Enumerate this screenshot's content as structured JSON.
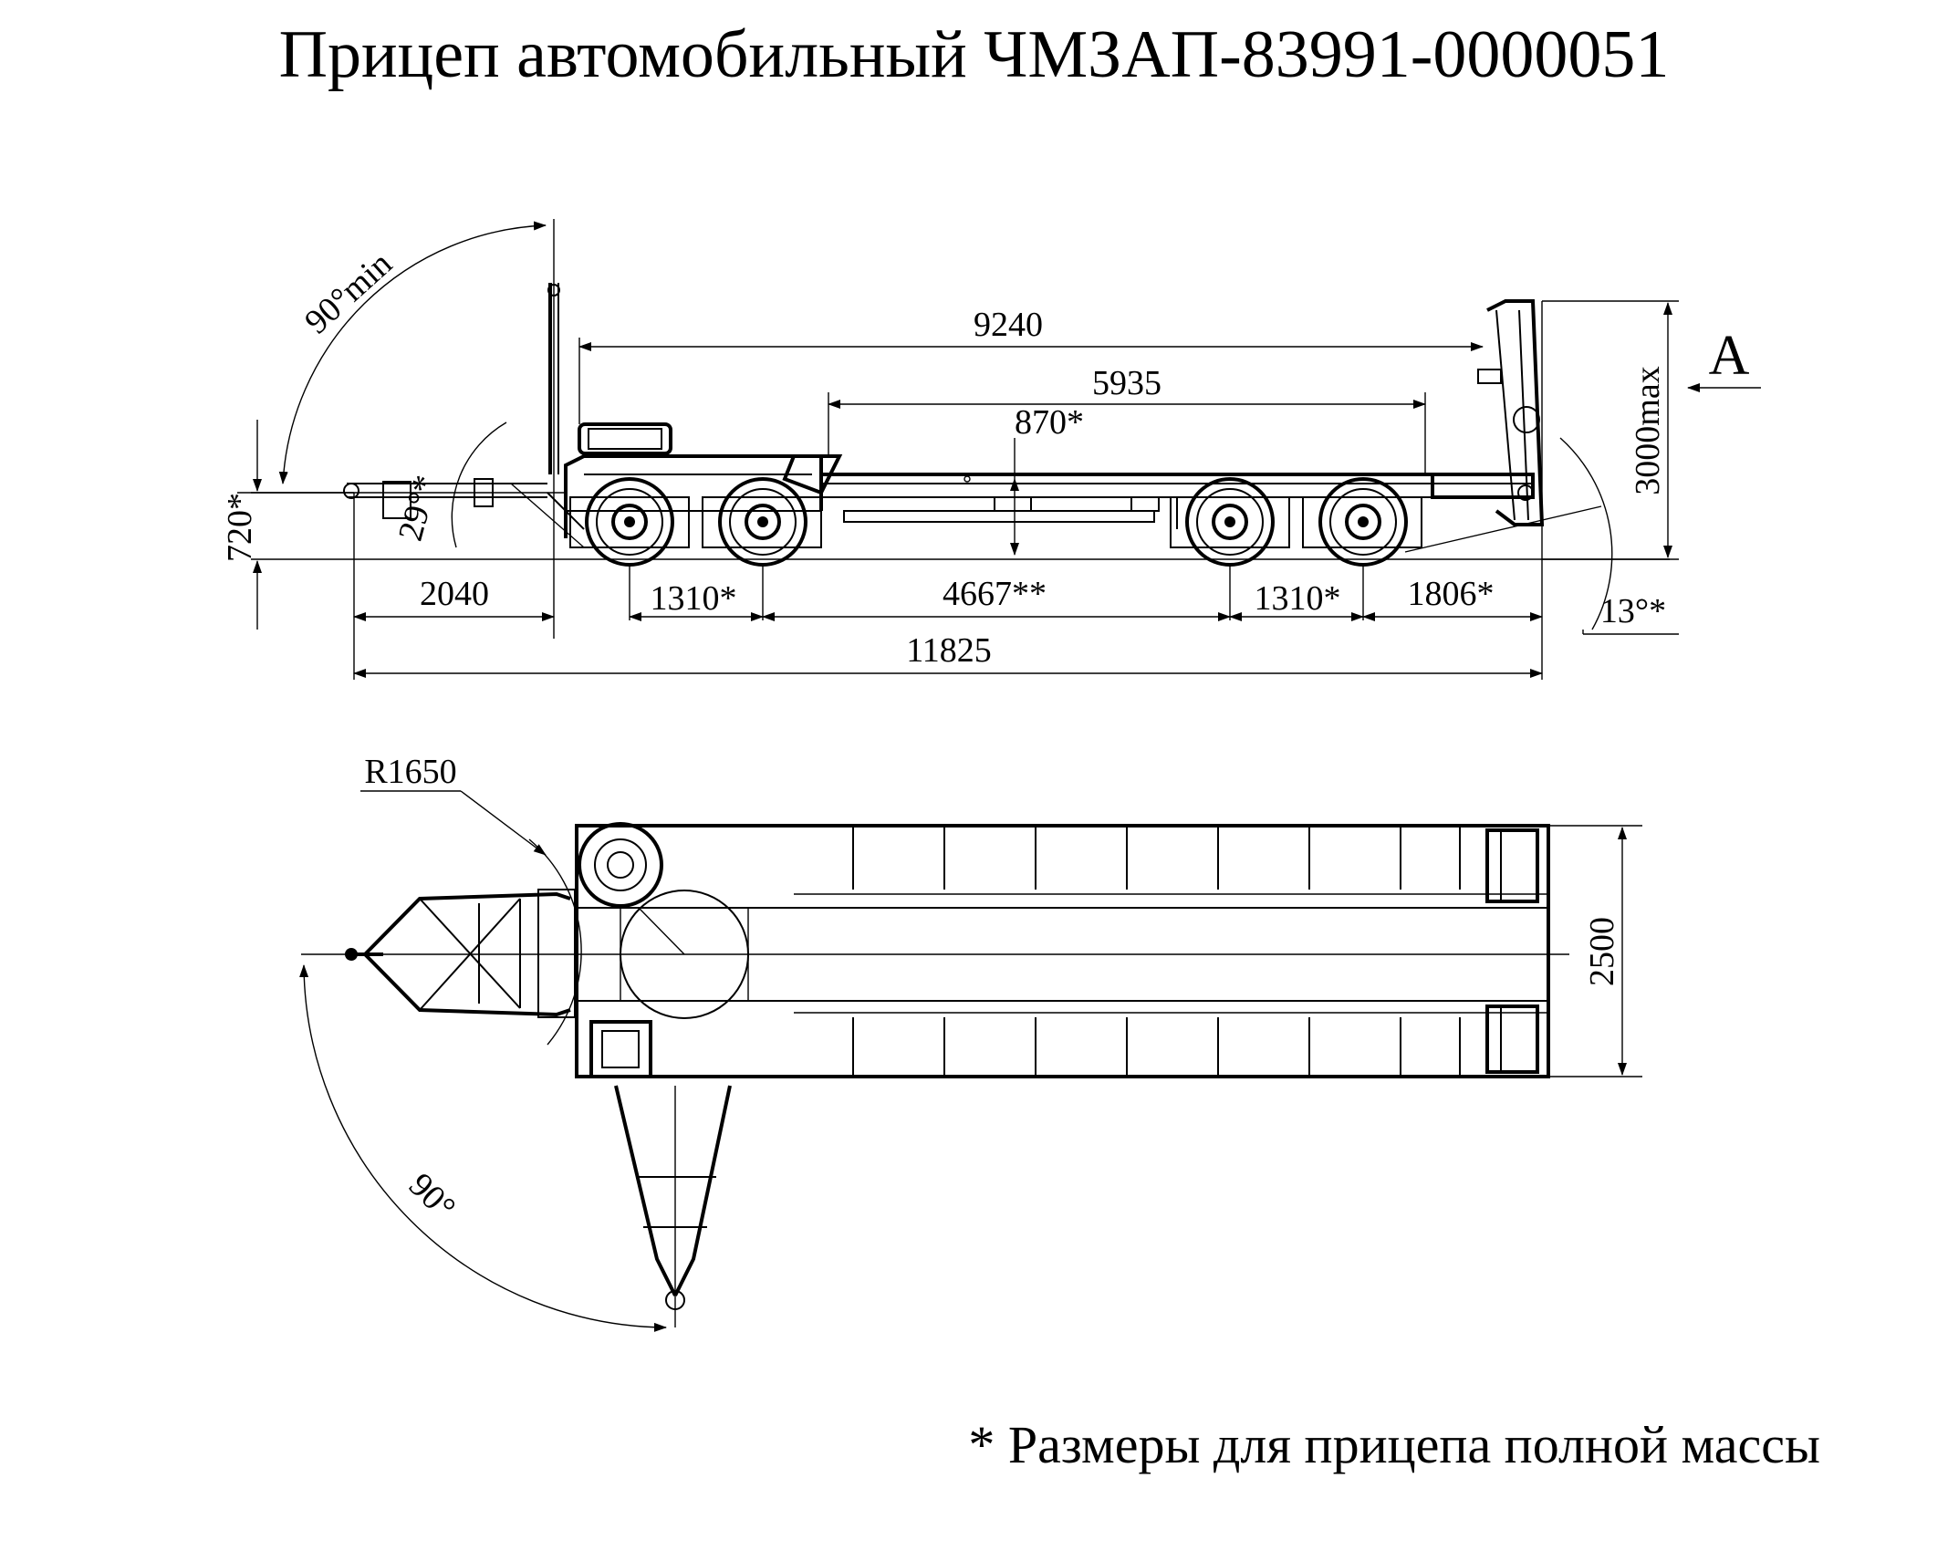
{
  "title": "Прицеп автомобильный ЧМЗАП-83991-0000051",
  "footnote": "* Размеры для прицепа полной массы",
  "side_view": {
    "view_label": "A",
    "dimensions": {
      "total_length": "11825",
      "platform_length": "9240",
      "loading_length": "5935",
      "platform_height": "870*",
      "drawbar_length": "2040",
      "front_axle_spacing": "1310*",
      "base": "4667**",
      "rear_axle_spacing": "1310*",
      "rear_overhang": "1806*",
      "coupling_height": "720*",
      "max_height": "3000max",
      "drawbar_angle": "90°min",
      "front_angle": "29°*",
      "rear_angle": "13°*"
    }
  },
  "top_view": {
    "dimensions": {
      "radius": "R1650",
      "width": "2500",
      "turn_angle": "90°"
    }
  }
}
